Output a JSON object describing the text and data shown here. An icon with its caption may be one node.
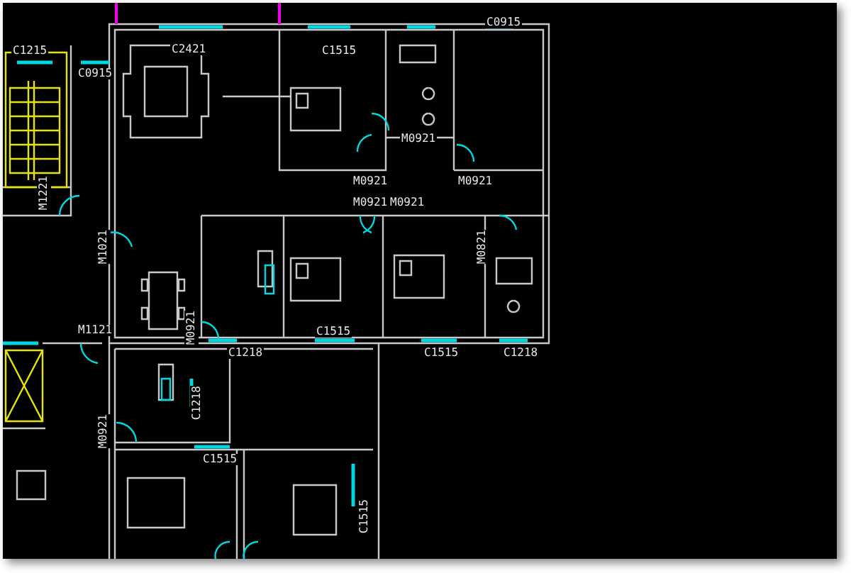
{
  "diagram": {
    "labels": [
      "C1215",
      "C0915",
      "C2421",
      "C1515",
      "C0915",
      "M1221",
      "M0921",
      "M0921",
      "M0921",
      "M1021",
      "M0921",
      "M0921",
      "M0821",
      "M0921",
      "M1121",
      "C1515",
      "C1218",
      "C1515",
      "C1218",
      "C1218",
      "M0921",
      "C1515",
      "C1515"
    ]
  }
}
